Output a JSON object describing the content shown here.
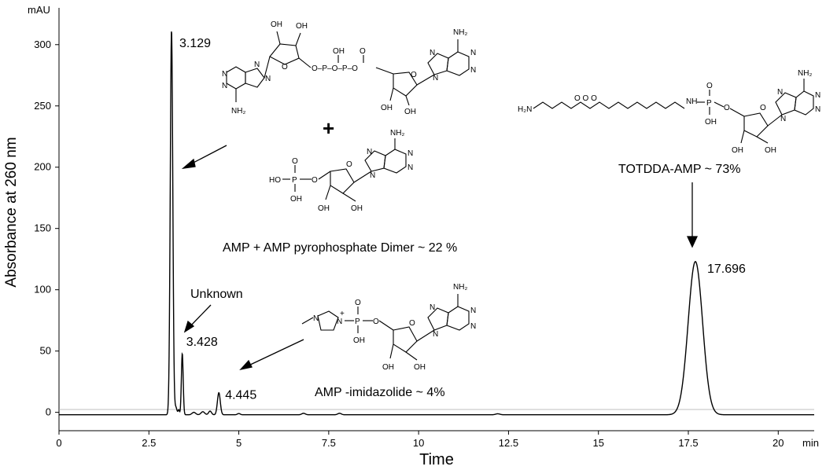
{
  "chart_data": {
    "type": "line",
    "title": "",
    "xlabel": "Time",
    "ylabel": "Absorbance at 260 nm",
    "x_unit": "min",
    "y_unit": "mAU",
    "xlim": [
      0,
      21
    ],
    "ylim": [
      -15,
      330
    ],
    "x_ticks": [
      "0",
      "2.5",
      "5",
      "7.5",
      "10",
      "12.5",
      "15",
      "17.5",
      "20"
    ],
    "y_ticks": [
      "0",
      "50",
      "100",
      "150",
      "200",
      "250",
      "300"
    ],
    "grid": false,
    "baseline": -2,
    "peaks": [
      {
        "rt": 3.129,
        "height": 314,
        "width": 0.035,
        "label": "3.129"
      },
      {
        "rt": 3.428,
        "height": 50,
        "width": 0.025,
        "label": "3.428"
      },
      {
        "rt": 4.445,
        "height": 18,
        "width": 0.04,
        "label": "4.445"
      },
      {
        "rt": 17.696,
        "height": 125,
        "width": 0.2,
        "label": "17.696"
      }
    ],
    "minor_bumps": [
      {
        "rt": 3.25,
        "height": 6,
        "width": 0.03
      },
      {
        "rt": 3.33,
        "height": 4,
        "width": 0.02
      },
      {
        "rt": 3.75,
        "height": 2,
        "width": 0.05
      },
      {
        "rt": 4.0,
        "height": 2.5,
        "width": 0.05
      },
      {
        "rt": 4.2,
        "height": 3,
        "width": 0.04
      },
      {
        "rt": 5.0,
        "height": 1,
        "width": 0.04
      },
      {
        "rt": 6.8,
        "height": 1.2,
        "width": 0.05
      },
      {
        "rt": 7.8,
        "height": 1.2,
        "width": 0.05
      },
      {
        "rt": 12.2,
        "height": 0.8,
        "width": 0.06
      }
    ],
    "annotations": {
      "dimer_label": "AMP + AMP pyrophosphate Dimer ~ 22 %",
      "unknown_label": "Unknown",
      "imidazolide_label": "AMP  -imidazolide ~ 4%",
      "totdda_label": "TOTDDA-AMP  ~ 73%",
      "plus": "+"
    },
    "chem": {
      "OH": "OH",
      "HO": "HO",
      "O": "O",
      "P": "P",
      "N": "N",
      "NH2": "NH₂",
      "H2N": "H₂N",
      "NH": "NH",
      "plus_charge": "+",
      "pyrophosphate": "O–P–O–P–O",
      "ether_chain": "O   O   O"
    }
  }
}
